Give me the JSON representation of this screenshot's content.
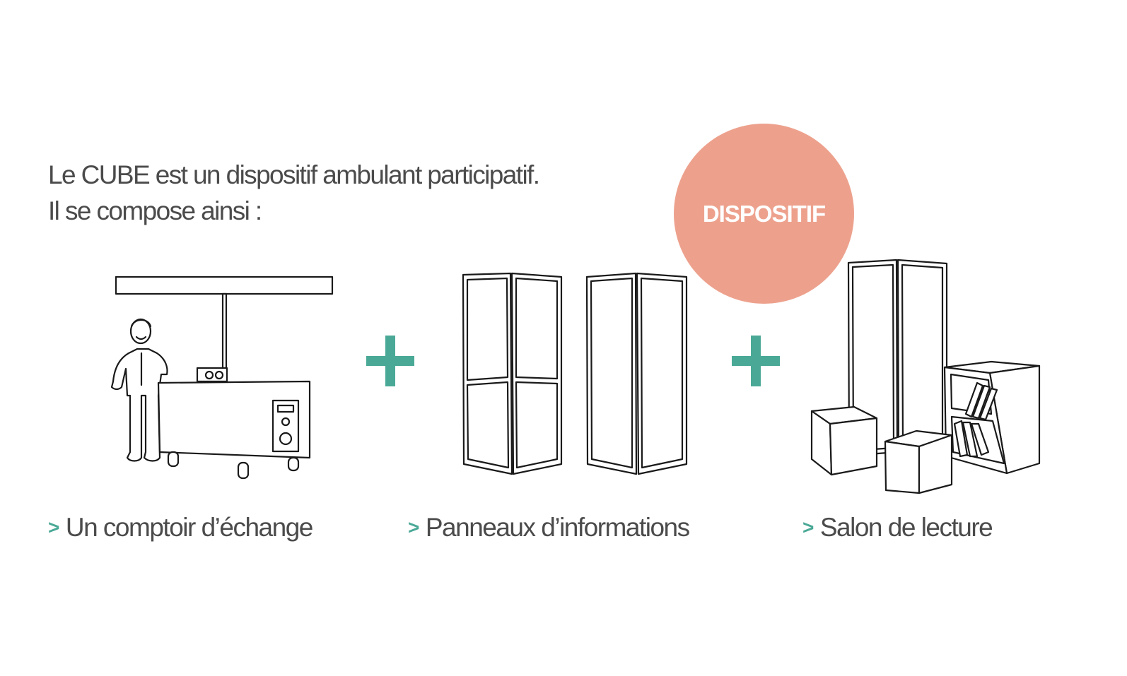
{
  "intro": {
    "line1": "Le CUBE est un dispositif ambulant participatif.",
    "line2": "Il se compose ainsi :"
  },
  "badge": {
    "label": "DISPOSITIF",
    "color": "#eda18d"
  },
  "accent_color": "#4aa996",
  "separators": {
    "icon": "plus-icon"
  },
  "items": [
    {
      "marker": ">",
      "label": "Un comptoir d’échange",
      "icon": "exchange-counter-illustration"
    },
    {
      "marker": ">",
      "label": "Panneaux d’informations",
      "icon": "info-panels-illustration"
    },
    {
      "marker": ">",
      "label": "Salon de lecture",
      "icon": "reading-lounge-illustration"
    }
  ]
}
